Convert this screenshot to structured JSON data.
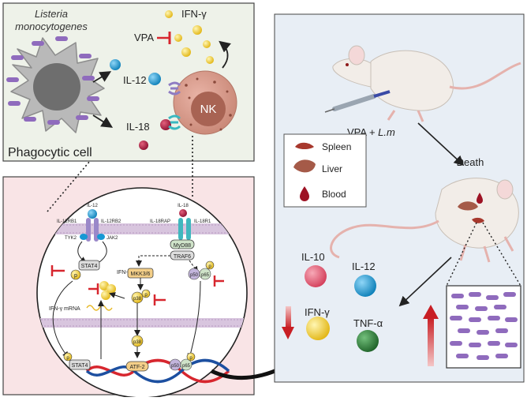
{
  "top_panel": {
    "pathogen_line1": "Listeria",
    "pathogen_line2": "monocytogenes",
    "cell_label": "Phagocytic cell",
    "il12_label": "IL-12",
    "il18_label": "IL-18",
    "nk_label": "NK",
    "ifng_label": "IFN-γ",
    "vpa_label": "VPA"
  },
  "signaling": {
    "il12": "IL-12",
    "il12rb1": "IL-12RB1",
    "il12rb2": "IL-12RB2",
    "tyk2": "TYK2",
    "jak2": "JAK2",
    "il18": "IL-18",
    "il18rap": "IL-18RAP",
    "il18r1": "IL-18R1",
    "myd88": "MyD88",
    "traf6": "TRAF6",
    "stat4": "STAT4",
    "stat4_nuclear": "STAT4",
    "mkk": "MKK3/6",
    "p38": "p38",
    "p38_b": "p38",
    "p50": "p50",
    "p65": "p65",
    "p50_nuclear": "p50",
    "p65_nuclear": "p65",
    "ifng": "IFN-γ",
    "mrna": "IFN-γ mRNA",
    "atf2": "ATF-2",
    "phospho": "p"
  },
  "right_panel": {
    "treatment": "VPA + ",
    "treatment_italic": "L.m",
    "outcome": "Death",
    "legend": {
      "spleen": "Spleen",
      "liver": "Liver",
      "blood": "Blood"
    },
    "cytokines": {
      "il10": "IL-10",
      "il12": "IL-12",
      "ifng": "IFN-γ",
      "tnfa": "TNF-α"
    }
  },
  "colors": {
    "panel_bg": "#eef2e9",
    "right_bg": "#e8eef5",
    "pink_bg": "#f9e4e6",
    "nk_cell": "#d59a8c",
    "phagocyte": "#b3b3b3",
    "inhibit": "#d7262e",
    "ifng_yellow": "#f2cd2e",
    "il12_blue": "#1798d4",
    "il18_red": "#a3163a",
    "il10_pink": "#e55a72",
    "tnfa_green": "#2f7d3a",
    "bacteria": "#8f6bbd"
  }
}
